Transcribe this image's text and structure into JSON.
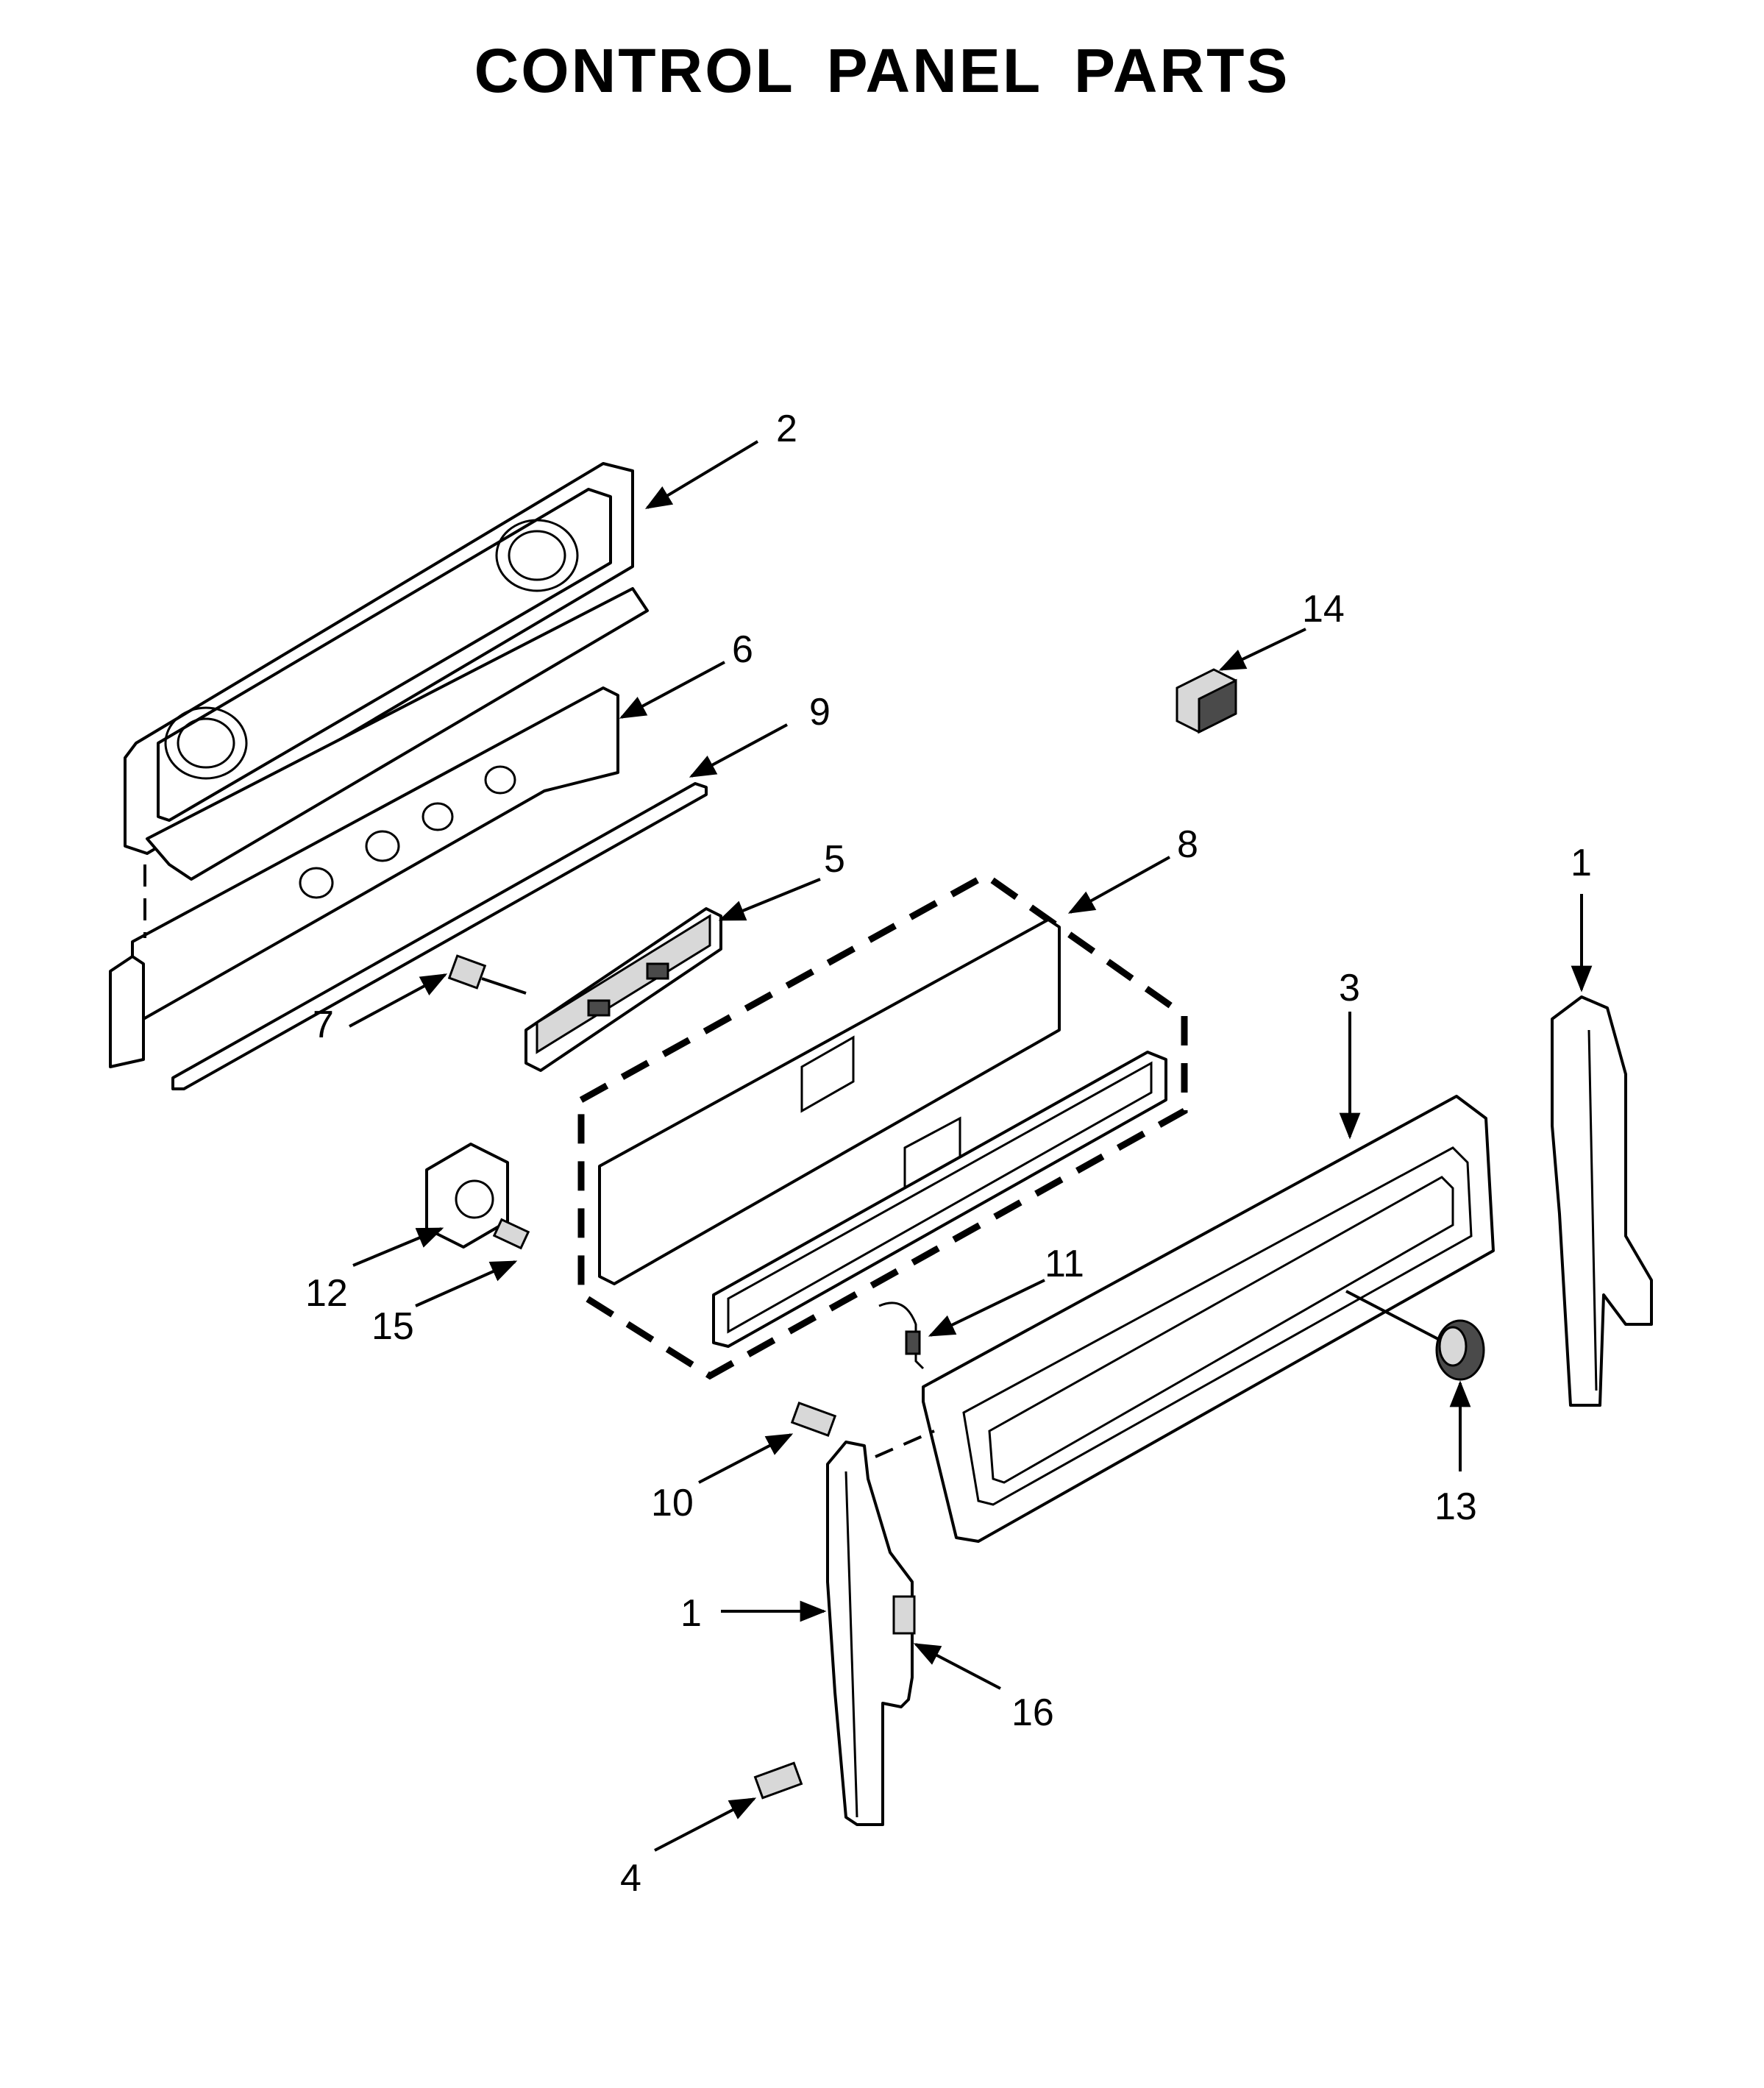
{
  "title": "CONTROL PANEL PARTS",
  "callouts": {
    "c1_right": "1",
    "c1_left": "1",
    "c2": "2",
    "c3": "3",
    "c4": "4",
    "c5": "5",
    "c6": "6",
    "c7": "7",
    "c8": "8",
    "c9": "9",
    "c10": "10",
    "c11": "11",
    "c12": "12",
    "c13": "13",
    "c14": "14",
    "c15": "15",
    "c16": "16"
  }
}
